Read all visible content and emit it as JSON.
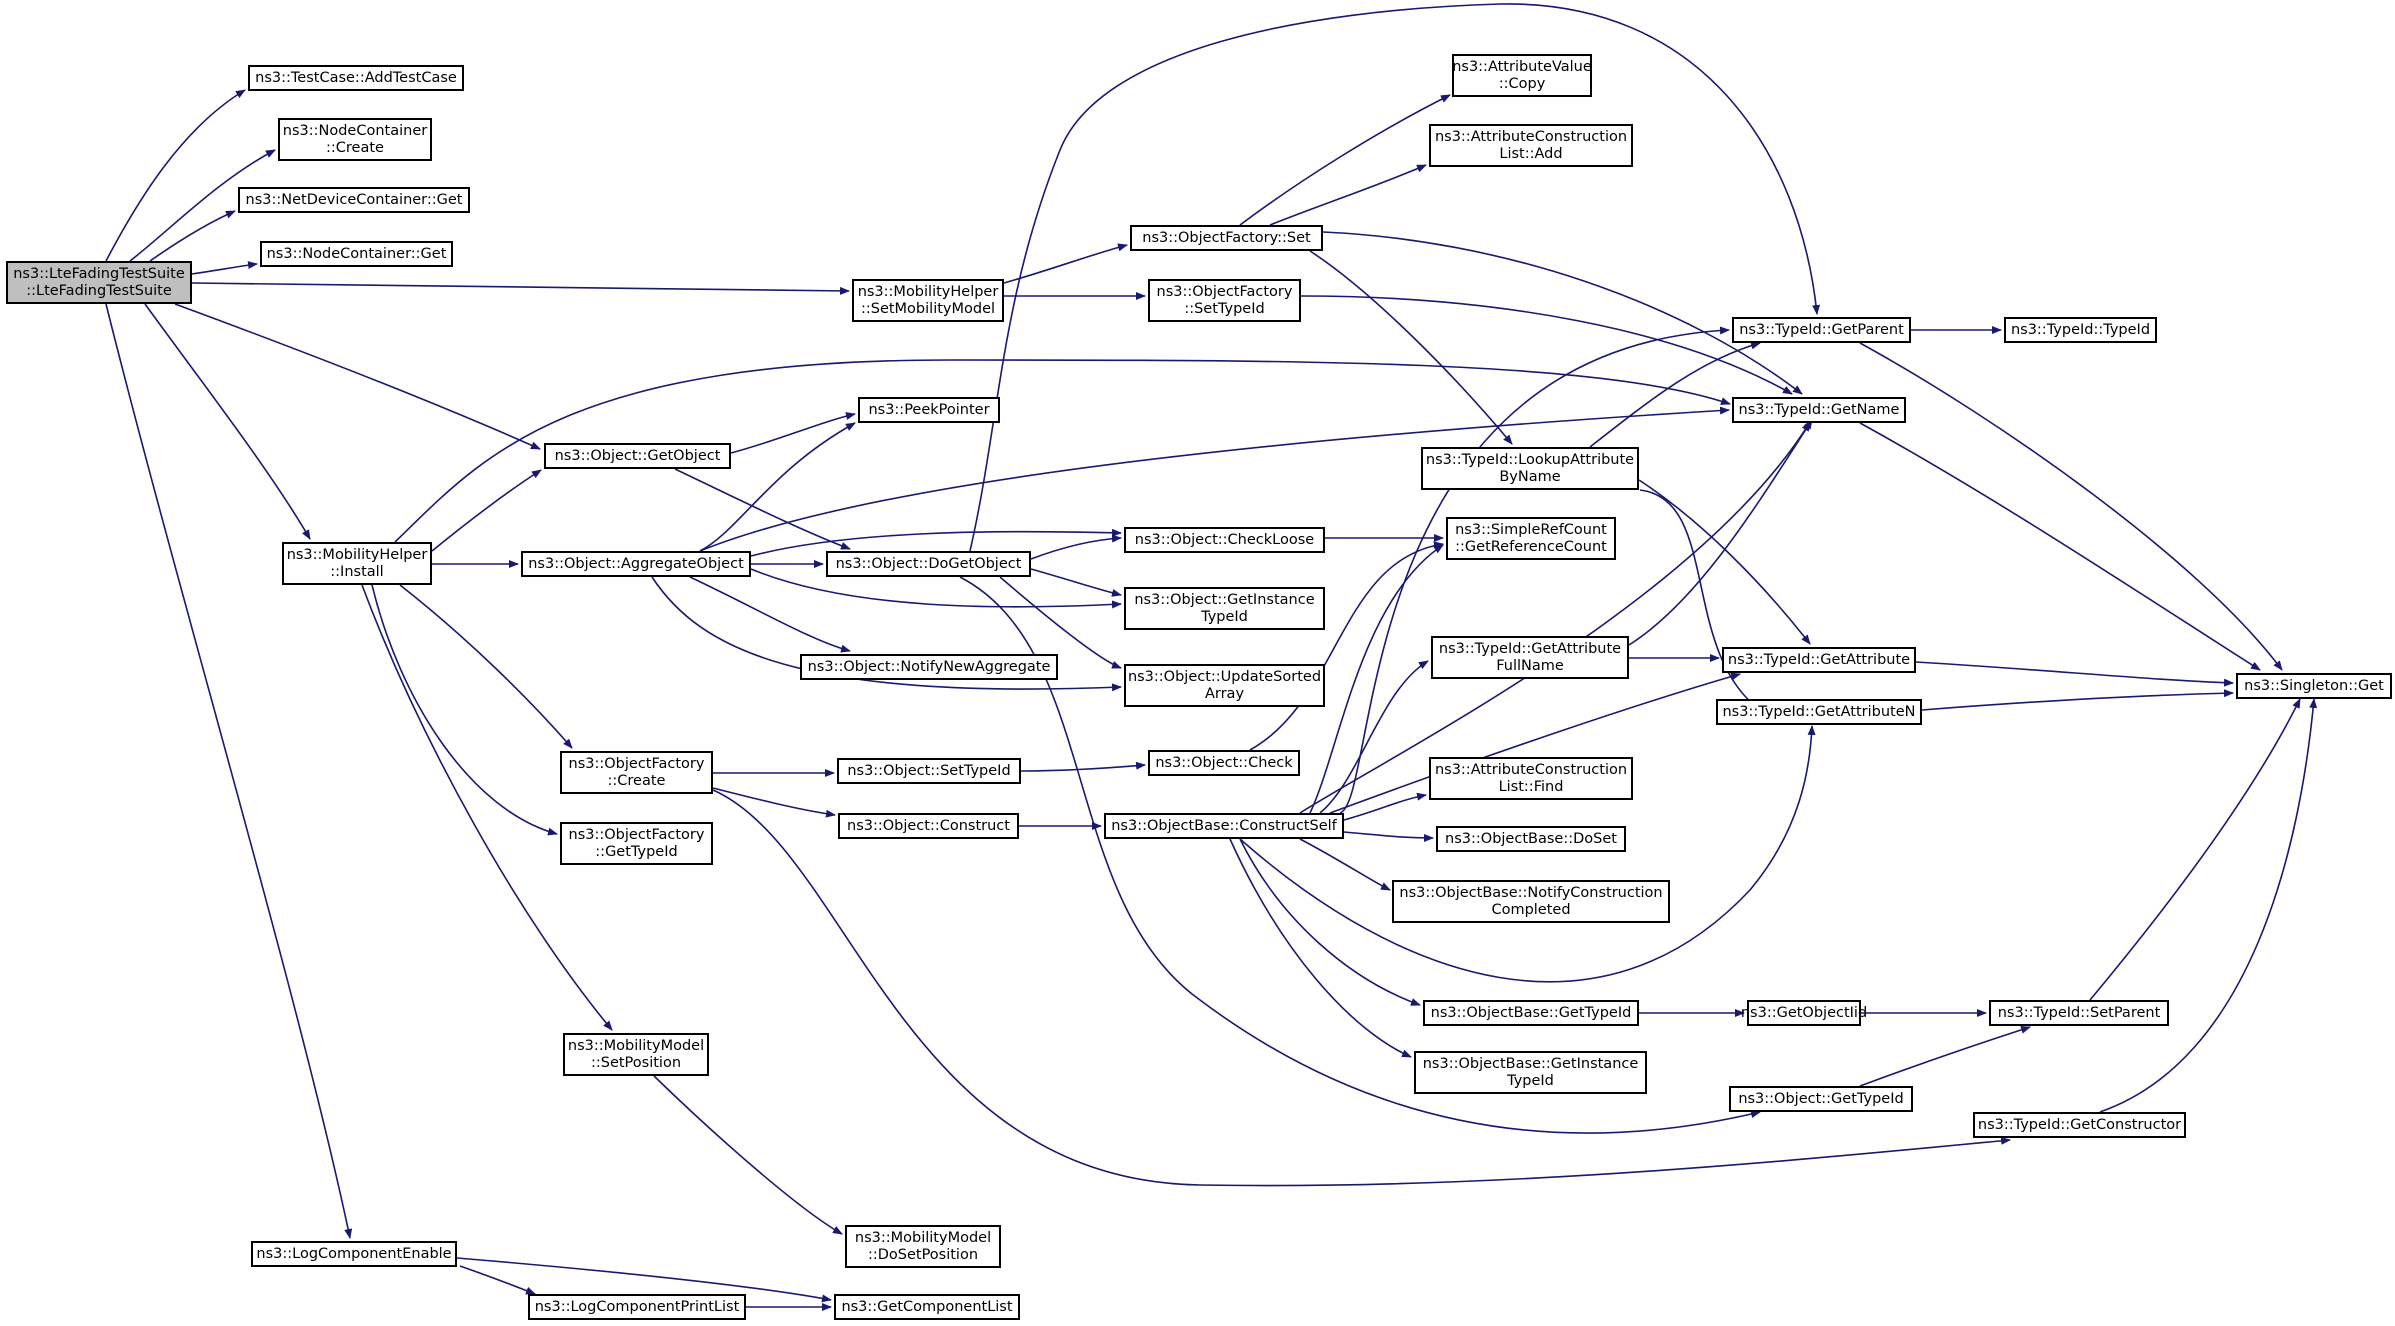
{
  "nodes": {
    "root": [
      "ns3::LteFadingTestSuite",
      "::LteFadingTestSuite"
    ],
    "addTestCase": [
      "ns3::TestCase::AddTestCase"
    ],
    "nodeContainerCreate": [
      "ns3::NodeContainer",
      "::Create"
    ],
    "netDeviceContainerGet": [
      "ns3::NetDeviceContainer::Get"
    ],
    "nodeContainerGet": [
      "ns3::NodeContainer::Get"
    ],
    "setMobilityModel": [
      "ns3::MobilityHelper",
      "::SetMobilityModel"
    ],
    "objectGetObject": [
      "ns3::Object::GetObject"
    ],
    "peekPointer": [
      "ns3::PeekPointer"
    ],
    "mobilityInstall": [
      "ns3::MobilityHelper",
      "::Install"
    ],
    "aggregateObject": [
      "ns3::Object::AggregateObject"
    ],
    "doGetObject": [
      "ns3::Object::DoGetObject"
    ],
    "notifyNewAggregate": [
      "ns3::Object::NotifyNewAggregate"
    ],
    "factoryCreate": [
      "ns3::ObjectFactory",
      "::Create"
    ],
    "factoryGetTypeId": [
      "ns3::ObjectFactory",
      "::GetTypeId"
    ],
    "objectSetTypeId": [
      "ns3::Object::SetTypeId"
    ],
    "objectConstruct": [
      "ns3::Object::Construct"
    ],
    "setPosition": [
      "ns3::MobilityModel",
      "::SetPosition"
    ],
    "doSetPosition": [
      "ns3::MobilityModel",
      "::DoSetPosition"
    ],
    "logComponentEnable": [
      "ns3::LogComponentEnable"
    ],
    "logComponentPrintList": [
      "ns3::LogComponentPrintList"
    ],
    "getComponentList": [
      "ns3::GetComponentList"
    ],
    "attributeValueCopy": [
      "ns3::AttributeValue",
      "::Copy"
    ],
    "attrConstructionAdd": [
      "ns3::AttributeConstruction",
      "List::Add"
    ],
    "factorySet": [
      "ns3::ObjectFactory::Set"
    ],
    "factorySetTypeId": [
      "ns3::ObjectFactory",
      "::SetTypeId"
    ],
    "lookupAttributeByName": [
      "ns3::TypeId::LookupAttribute",
      "ByName"
    ],
    "checkLoose": [
      "ns3::Object::CheckLoose"
    ],
    "getInstanceTypeIdObj": [
      "ns3::Object::GetInstance",
      "TypeId"
    ],
    "updateSortedArray": [
      "ns3::Object::UpdateSorted",
      "Array"
    ],
    "objectCheck": [
      "ns3::Object::Check"
    ],
    "getReferenceCount": [
      "ns3::SimpleRefCount",
      "::GetReferenceCount"
    ],
    "getAttributeFullName": [
      "ns3::TypeId::GetAttribute",
      "FullName"
    ],
    "constructSelf": [
      "ns3::ObjectBase::ConstructSelf"
    ],
    "attrConstructionFind": [
      "ns3::AttributeConstruction",
      "List::Find"
    ],
    "objectBaseDoSet": [
      "ns3::ObjectBase::DoSet"
    ],
    "notifyConstructionCompleted": [
      "ns3::ObjectBase::NotifyConstruction",
      "Completed"
    ],
    "objectBaseGetTypeId": [
      "ns3::ObjectBase::GetTypeId"
    ],
    "objectBaseGetInstanceTypeId": [
      "ns3::ObjectBase::GetInstance",
      "TypeId"
    ],
    "getObjectIid": [
      "ns3::GetObjectIid"
    ],
    "objectGetTypeId": [
      "ns3::Object::GetTypeId"
    ],
    "typeIdGetParent": [
      "ns3::TypeId::GetParent"
    ],
    "typeIdGetName": [
      "ns3::TypeId::GetName"
    ],
    "typeIdGetAttribute": [
      "ns3::TypeId::GetAttribute"
    ],
    "typeIdGetAttributeN": [
      "ns3::TypeId::GetAttributeN"
    ],
    "typeIdSetParent": [
      "ns3::TypeId::SetParent"
    ],
    "typeIdGetConstructor": [
      "ns3::TypeId::GetConstructor"
    ],
    "typeIdTypeId": [
      "ns3::TypeId::TypeId"
    ],
    "singletonGet": [
      "ns3::Singleton::Get"
    ]
  },
  "colors": {
    "edge": "#191970",
    "root_fill": "#bfbfbf",
    "node_border": "#000000"
  }
}
